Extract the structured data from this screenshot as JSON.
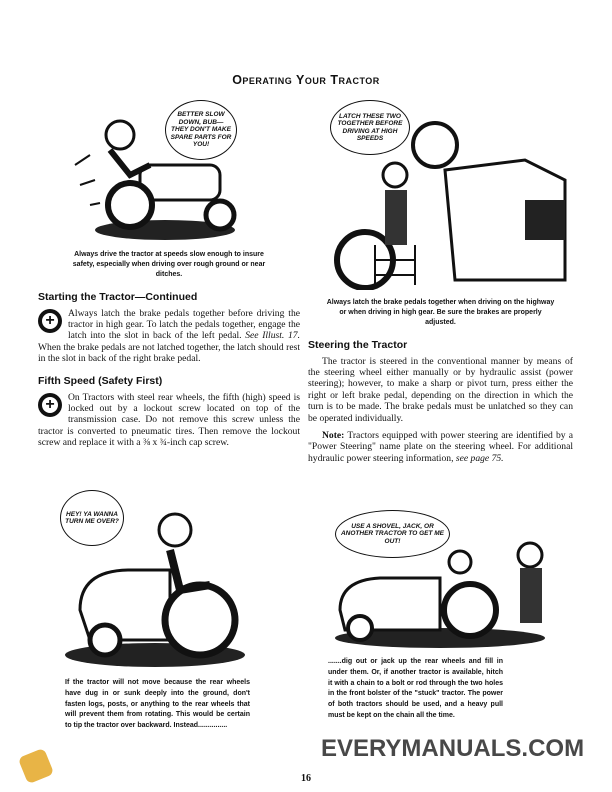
{
  "header": {
    "title": "Operating Your Tractor"
  },
  "left": {
    "illustration1": {
      "bubble": "BETTER SLOW DOWN, BUB— THEY DON'T MAKE SPARE PARTS FOR YOU!"
    },
    "caption1": "Always drive the tractor at speeds slow enough to insure safety, especially when driving over rough ground or near ditches.",
    "section1": {
      "heading": "Starting the Tractor—Continued",
      "body": "Always latch the brake pedals together before driving the tractor in high gear. To latch the pedals together, engage the latch into the slot in back of the left pedal.",
      "ref": "See Illust. 17.",
      "body2": "When the brake pedals are not latched together, the latch should rest in the slot in back of the right brake pedal."
    },
    "section2": {
      "heading": "Fifth Speed (Safety First)",
      "body": "On Tractors with steel rear wheels, the fifth (high) speed is locked out by a lockout screw located on top of the transmission case. Do not remove this screw unless the tractor is converted to pneumatic tires. Then remove the lockout screw and replace it with a ⅜ x ¾-inch cap screw."
    },
    "illustration2": {
      "bubble": "HEY! YA WANNA TURN ME OVER?"
    },
    "caption2": "If the tractor will not move because the rear wheels have dug in or sunk deeply into the ground, don't fasten logs, posts, or anything to the rear wheels that will prevent them from rotating. This would be certain to tip the tractor over backward. Instead..............."
  },
  "right": {
    "illustration1": {
      "bubble": "LATCH THESE TWO TOGETHER BEFORE DRIVING AT HIGH SPEEDS"
    },
    "caption1": "Always latch the brake pedals together when driving on the highway or when driving in high gear. Be sure the brakes are properly adjusted.",
    "section1": {
      "heading": "Steering the Tractor",
      "body": "The tractor is steered in the conventional manner by means of the steering wheel either manually or by hydraulic assist (power steering); however, to make a sharp or pivot turn, press either the right or left brake pedal, depending on the direction in which the turn is to be made. The brake pedals must be unlatched so they can be operated individually.",
      "note_label": "Note:",
      "note": "Tractors equipped with power steering are identified by a \"Power Steering\" name plate on the steering wheel. For additional hydraulic power steering information,",
      "note_ref": "see page 75."
    },
    "illustration2": {
      "bubble": "USE A SHOVEL, JACK, OR ANOTHER TRACTOR TO GET ME OUT!"
    },
    "caption2": ".......dig out or jack up the rear wheels and fill in under them. Or, if another tractor is available, hitch it with a chain to a bolt or rod through the two holes in the front bolster of the \"stuck\" tractor. The power of both tractors should be used, and a heavy pull must be kept on the chain all the time."
  },
  "footer": {
    "page_number": "16"
  },
  "watermark": "EVERYMANUALS.COM",
  "icons": {
    "safety": "safety-cross-icon"
  }
}
